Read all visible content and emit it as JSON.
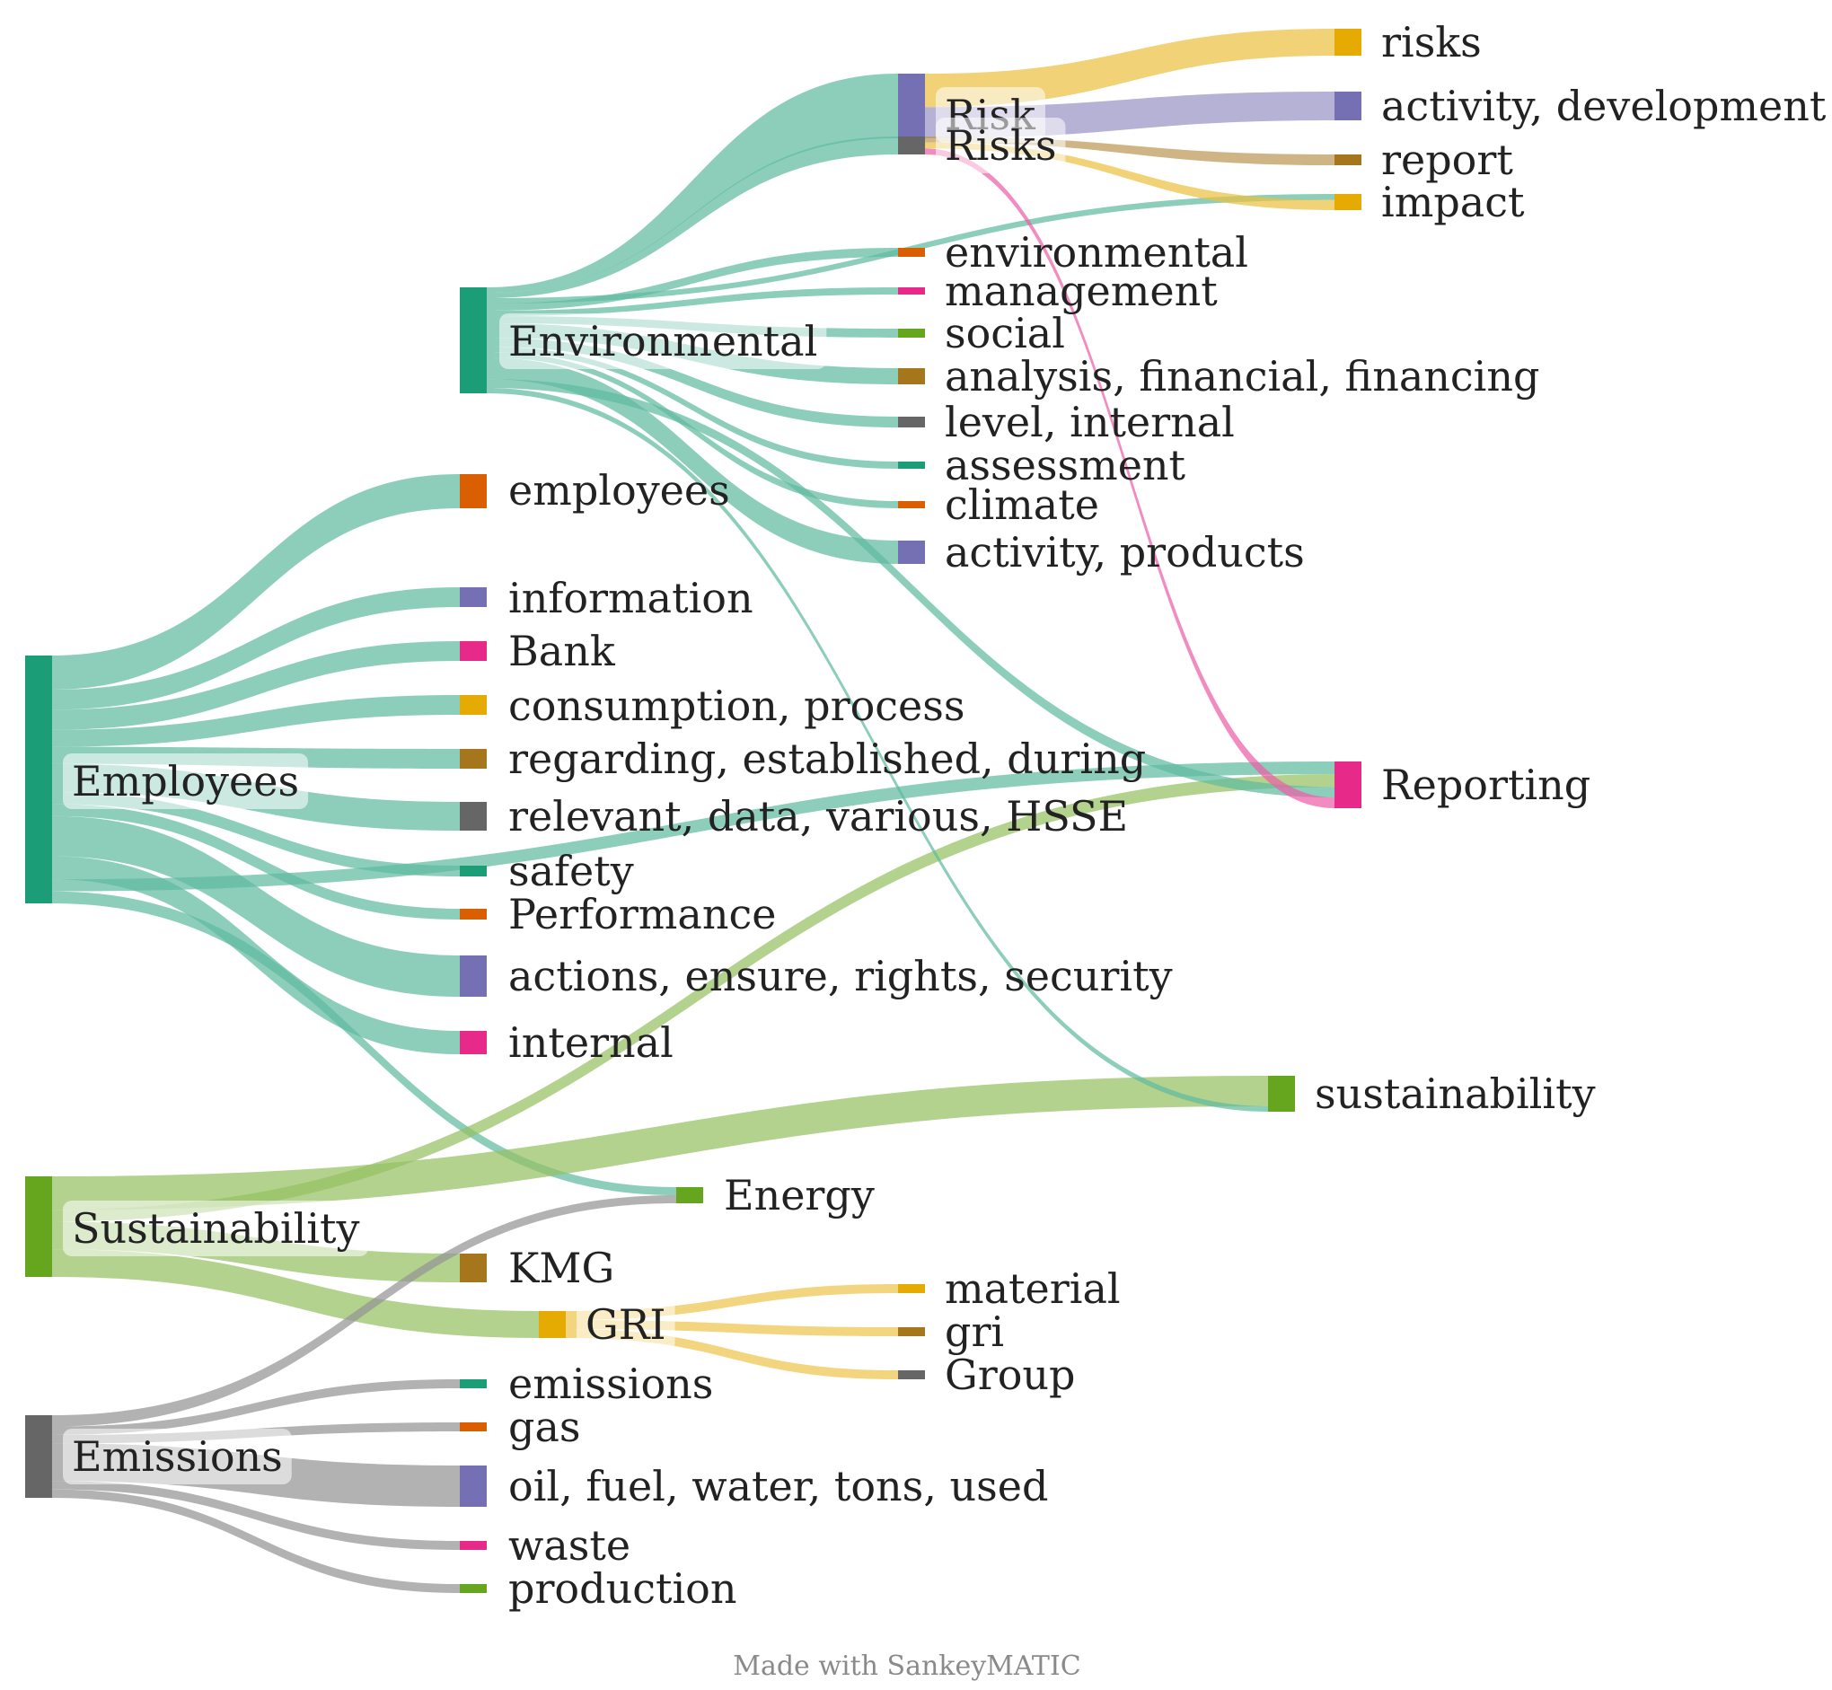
{
  "footer": "Made with SankeyMATIC",
  "nodes": [
    {
      "id": "employees_src",
      "label": "Employees",
      "color": "#1b9e77"
    },
    {
      "id": "sustainability_src",
      "label": "Sustainability",
      "color": "#66a61e"
    },
    {
      "id": "emissions_src",
      "label": "Emissions",
      "color": "#666666"
    },
    {
      "id": "environmental",
      "label": "Environmental",
      "color": "#1b9e77"
    },
    {
      "id": "risk",
      "label": "Risk",
      "color": "#7570b3"
    },
    {
      "id": "risks_mid",
      "label": "Risks",
      "color": "#666666"
    },
    {
      "id": "gri",
      "label": "GRI",
      "color": "#e6ab02"
    },
    {
      "id": "energy",
      "label": "Energy",
      "color": "#66a61e"
    },
    {
      "id": "kmg",
      "label": "KMG",
      "color": "#a6761d"
    },
    {
      "id": "reporting",
      "label": "Reporting",
      "color": "#e7298a"
    },
    {
      "id": "sustainability_tgt",
      "label": "sustainability",
      "color": "#66a61e"
    },
    {
      "id": "employees_tgt",
      "label": "employees",
      "color": "#d95f02"
    },
    {
      "id": "information",
      "label": "information",
      "color": "#7570b3"
    },
    {
      "id": "bank",
      "label": "Bank",
      "color": "#e7298a"
    },
    {
      "id": "consumption",
      "label": "consumption, process",
      "color": "#e6ab02"
    },
    {
      "id": "regarding",
      "label": "regarding, established, during",
      "color": "#a6761d"
    },
    {
      "id": "relevant",
      "label": "relevant, data, various, HSSE",
      "color": "#666666"
    },
    {
      "id": "safety",
      "label": "safety",
      "color": "#1b9e77"
    },
    {
      "id": "performance",
      "label": "Performance",
      "color": "#d95f02"
    },
    {
      "id": "actions",
      "label": "actions, ensure, rights, security",
      "color": "#7570b3"
    },
    {
      "id": "internal",
      "label": "internal",
      "color": "#e7298a"
    },
    {
      "id": "environmental_t",
      "label": "environmental",
      "color": "#d95f02"
    },
    {
      "id": "management",
      "label": "management",
      "color": "#e7298a"
    },
    {
      "id": "social",
      "label": "social",
      "color": "#66a61e"
    },
    {
      "id": "analysis",
      "label": "analysis, financial, financing",
      "color": "#a6761d"
    },
    {
      "id": "level",
      "label": "level, internal",
      "color": "#666666"
    },
    {
      "id": "assessment",
      "label": "assessment",
      "color": "#1b9e77"
    },
    {
      "id": "climate",
      "label": "climate",
      "color": "#d95f02"
    },
    {
      "id": "activity_products",
      "label": "activity, products",
      "color": "#7570b3"
    },
    {
      "id": "risks_t",
      "label": "risks",
      "color": "#e6ab02"
    },
    {
      "id": "activity_dev",
      "label": "activity, development",
      "color": "#7570b3"
    },
    {
      "id": "report",
      "label": "report",
      "color": "#a6761d"
    },
    {
      "id": "impact",
      "label": "impact",
      "color": "#e6ab02"
    },
    {
      "id": "material",
      "label": "material",
      "color": "#e6ab02"
    },
    {
      "id": "gri_t",
      "label": "gri",
      "color": "#a6761d"
    },
    {
      "id": "group",
      "label": "Group",
      "color": "#666666"
    },
    {
      "id": "emissions_t",
      "label": "emissions",
      "color": "#1b9e77"
    },
    {
      "id": "gas",
      "label": "gas",
      "color": "#d95f02"
    },
    {
      "id": "oil",
      "label": "oil, fuel, water, tons, used",
      "color": "#7570b3"
    },
    {
      "id": "waste",
      "label": "waste",
      "color": "#e7298a"
    },
    {
      "id": "production",
      "label": "production",
      "color": "#66a61e"
    }
  ],
  "flows": [
    {
      "from": "employees_src",
      "to": "employees_tgt",
      "value": 34
    },
    {
      "from": "employees_src",
      "to": "information",
      "value": 20
    },
    {
      "from": "employees_src",
      "to": "bank",
      "value": 20
    },
    {
      "from": "employees_src",
      "to": "consumption",
      "value": 17
    },
    {
      "from": "employees_src",
      "to": "regarding",
      "value": 17
    },
    {
      "from": "employees_src",
      "to": "relevant",
      "value": 28
    },
    {
      "from": "employees_src",
      "to": "safety",
      "value": 12
    },
    {
      "from": "employees_src",
      "to": "performance",
      "value": 12
    },
    {
      "from": "employees_src",
      "to": "actions",
      "value": 40
    },
    {
      "from": "employees_src",
      "to": "internal",
      "value": 23
    },
    {
      "from": "employees_src",
      "to": "reporting",
      "value": 12
    },
    {
      "from": "employees_src",
      "to": "energy",
      "value": 12
    },
    {
      "from": "sustainability_src",
      "to": "sustainability_tgt",
      "value": 34
    },
    {
      "from": "sustainability_src",
      "to": "reporting",
      "value": 12
    },
    {
      "from": "sustainability_src",
      "to": "kmg",
      "value": 28
    },
    {
      "from": "sustainability_src",
      "to": "gri",
      "value": 28
    },
    {
      "from": "emissions_src",
      "to": "energy",
      "value": 12
    },
    {
      "from": "emissions_src",
      "to": "emissions_t",
      "value": 9
    },
    {
      "from": "emissions_src",
      "to": "gas",
      "value": 9
    },
    {
      "from": "emissions_src",
      "to": "oil",
      "value": 40
    },
    {
      "from": "emissions_src",
      "to": "waste",
      "value": 9
    },
    {
      "from": "emissions_src",
      "to": "production",
      "value": 9
    },
    {
      "from": "environmental",
      "to": "risk",
      "value": 6
    },
    {
      "from": "environmental",
      "to": "risks_mid",
      "value": 6
    },
    {
      "from": "environmental",
      "to": "impact",
      "value": 6
    },
    {
      "from": "environmental",
      "to": "environmental_t",
      "value": 8
    },
    {
      "from": "environmental",
      "to": "management",
      "value": 6
    },
    {
      "from": "environmental",
      "to": "social",
      "value": 8
    },
    {
      "from": "environmental",
      "to": "analysis",
      "value": 16
    },
    {
      "from": "environmental",
      "to": "level",
      "value": 10
    },
    {
      "from": "environmental",
      "to": "assessment",
      "value": 6
    },
    {
      "from": "environmental",
      "to": "climate",
      "value": 6
    },
    {
      "from": "environmental",
      "to": "activity_products",
      "value": 24
    },
    {
      "from": "environmental",
      "to": "reporting",
      "value": 10
    },
    {
      "from": "environmental",
      "to": "sustainability_tgt",
      "value": 6
    },
    {
      "from": "risk",
      "to": "risks_t",
      "value": 30
    },
    {
      "from": "risk",
      "to": "activity_dev",
      "value": 28
    },
    {
      "from": "risks_mid",
      "to": "report",
      "value": 10
    },
    {
      "from": "risks_mid",
      "to": "impact",
      "value": 10
    },
    {
      "from": "risks_mid",
      "to": "reporting",
      "value": 10
    },
    {
      "from": "gri",
      "to": "material",
      "value": 8
    },
    {
      "from": "gri",
      "to": "gri_t",
      "value": 8
    },
    {
      "from": "gri",
      "to": "group",
      "value": 8
    }
  ]
}
